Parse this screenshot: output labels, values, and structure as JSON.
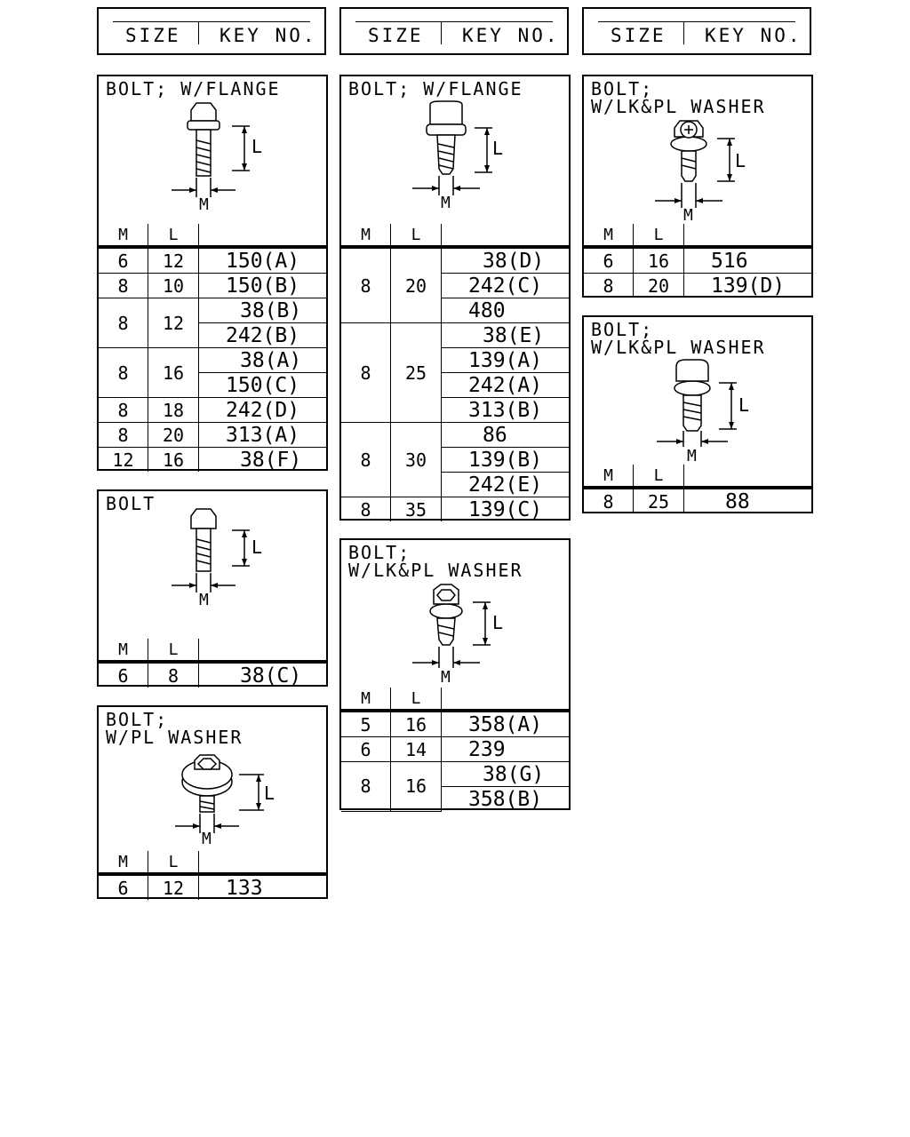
{
  "header": {
    "size_label": "SIZE",
    "key_label": "KEY NO."
  },
  "col_labels": {
    "m": "M",
    "l": "L"
  },
  "panels": {
    "flange1": {
      "title": "BOLT; W/FLANGE",
      "rows": [
        [
          "6",
          "12",
          "150(A)"
        ],
        [
          "8",
          "10",
          "150(B)"
        ],
        [
          "8",
          "12",
          "38(B)"
        ],
        [
          "",
          "",
          "242(B)"
        ],
        [
          "8",
          "16",
          "38(A)"
        ],
        [
          "",
          "",
          "150(C)"
        ],
        [
          "8",
          "18",
          "242(D)"
        ],
        [
          "8",
          "20",
          "313(A)"
        ],
        [
          "12",
          "16",
          "38(F)"
        ]
      ]
    },
    "bolt": {
      "title": "BOLT",
      "rows": [
        [
          "6",
          "8",
          "38(C)"
        ]
      ]
    },
    "plwasher": {
      "title": "BOLT;\nW/PL WASHER",
      "rows": [
        [
          "6",
          "12",
          "133"
        ]
      ]
    },
    "flange2": {
      "title": "BOLT; W/FLANGE",
      "rows": [
        [
          "8",
          "20",
          "38(D)"
        ],
        [
          "",
          "",
          "242(C)"
        ],
        [
          "",
          "",
          "480"
        ],
        [
          "8",
          "25",
          "38(E)"
        ],
        [
          "",
          "",
          "139(A)"
        ],
        [
          "",
          "",
          "242(A)"
        ],
        [
          "",
          "",
          "313(B)"
        ],
        [
          "8",
          "30",
          "86"
        ],
        [
          "",
          "",
          "139(B)"
        ],
        [
          "",
          "",
          "242(E)"
        ],
        [
          "8",
          "35",
          "139(C)"
        ]
      ]
    },
    "lkpl_mid": {
      "title": "BOLT;\nW/LK&PL WASHER",
      "rows": [
        [
          "5",
          "16",
          "358(A)"
        ],
        [
          "6",
          "14",
          "239"
        ],
        [
          "8",
          "16",
          "38(G)"
        ],
        [
          "",
          "",
          "358(B)"
        ]
      ]
    },
    "lkpl_r1": {
      "title": "BOLT;\nW/LK&PL WASHER",
      "rows": [
        [
          "6",
          "16",
          "516"
        ],
        [
          "8",
          "20",
          "139(D)"
        ]
      ]
    },
    "lkpl_r2": {
      "title": "BOLT;\nW/LK&PL WASHER",
      "rows": [
        [
          "8",
          "25",
          "88"
        ]
      ]
    }
  }
}
